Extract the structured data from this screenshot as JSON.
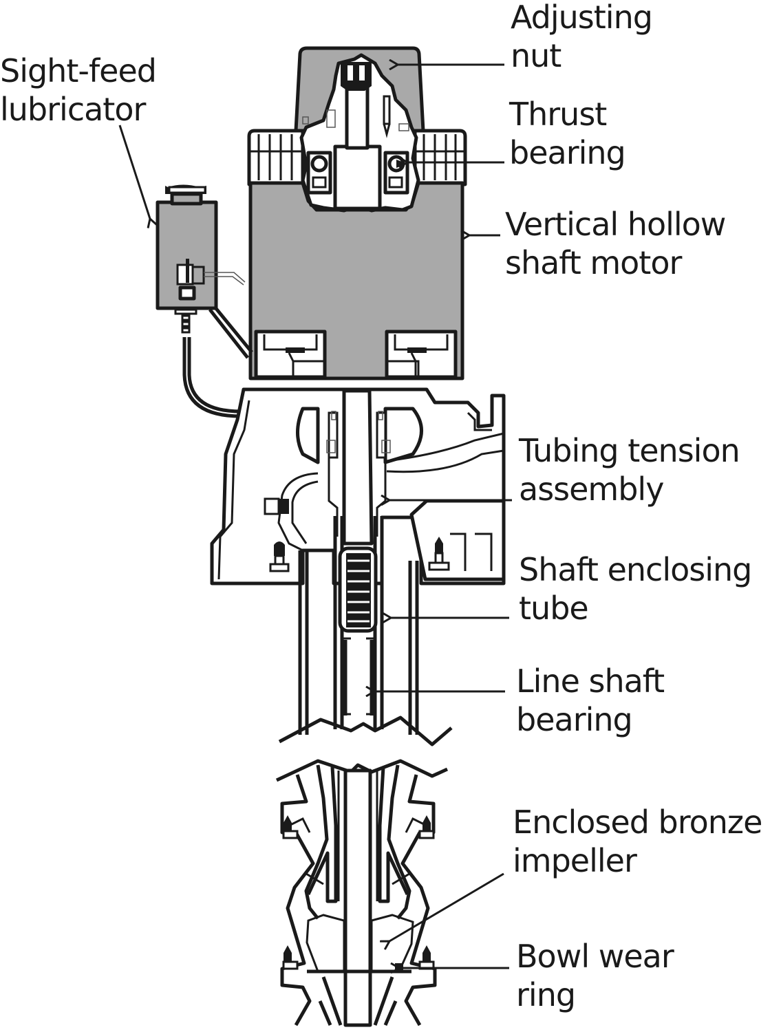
{
  "diagram": {
    "title": "Vertical turbine pump cutaway",
    "colors": {
      "line": "#1a1a1a",
      "motor_fill": "#a9a9a9",
      "background": "#ffffff"
    },
    "labels": {
      "sight_feed_lubricator": {
        "line1": "Sight-feed",
        "line2": "lubricator"
      },
      "adjusting_nut": {
        "line1": "Adjusting",
        "line2": "nut"
      },
      "thrust_bearing": {
        "line1": "Thrust",
        "line2": "bearing"
      },
      "vertical_hollow_shaft_motor": {
        "line1": "Vertical hollow",
        "line2": "shaft motor"
      },
      "tubing_tension_assembly": {
        "line1": "Tubing tension",
        "line2": "assembly"
      },
      "shaft_enclosing_tube": {
        "line1": "Shaft enclosing",
        "line2": "tube"
      },
      "line_shaft_bearing": {
        "line1": "Line shaft",
        "line2": "bearing"
      },
      "enclosed_bronze_impeller": {
        "line1": "Enclosed bronze",
        "line2": "impeller"
      },
      "bowl_wear_ring": {
        "line1": "Bowl wear",
        "line2": "ring"
      }
    }
  }
}
